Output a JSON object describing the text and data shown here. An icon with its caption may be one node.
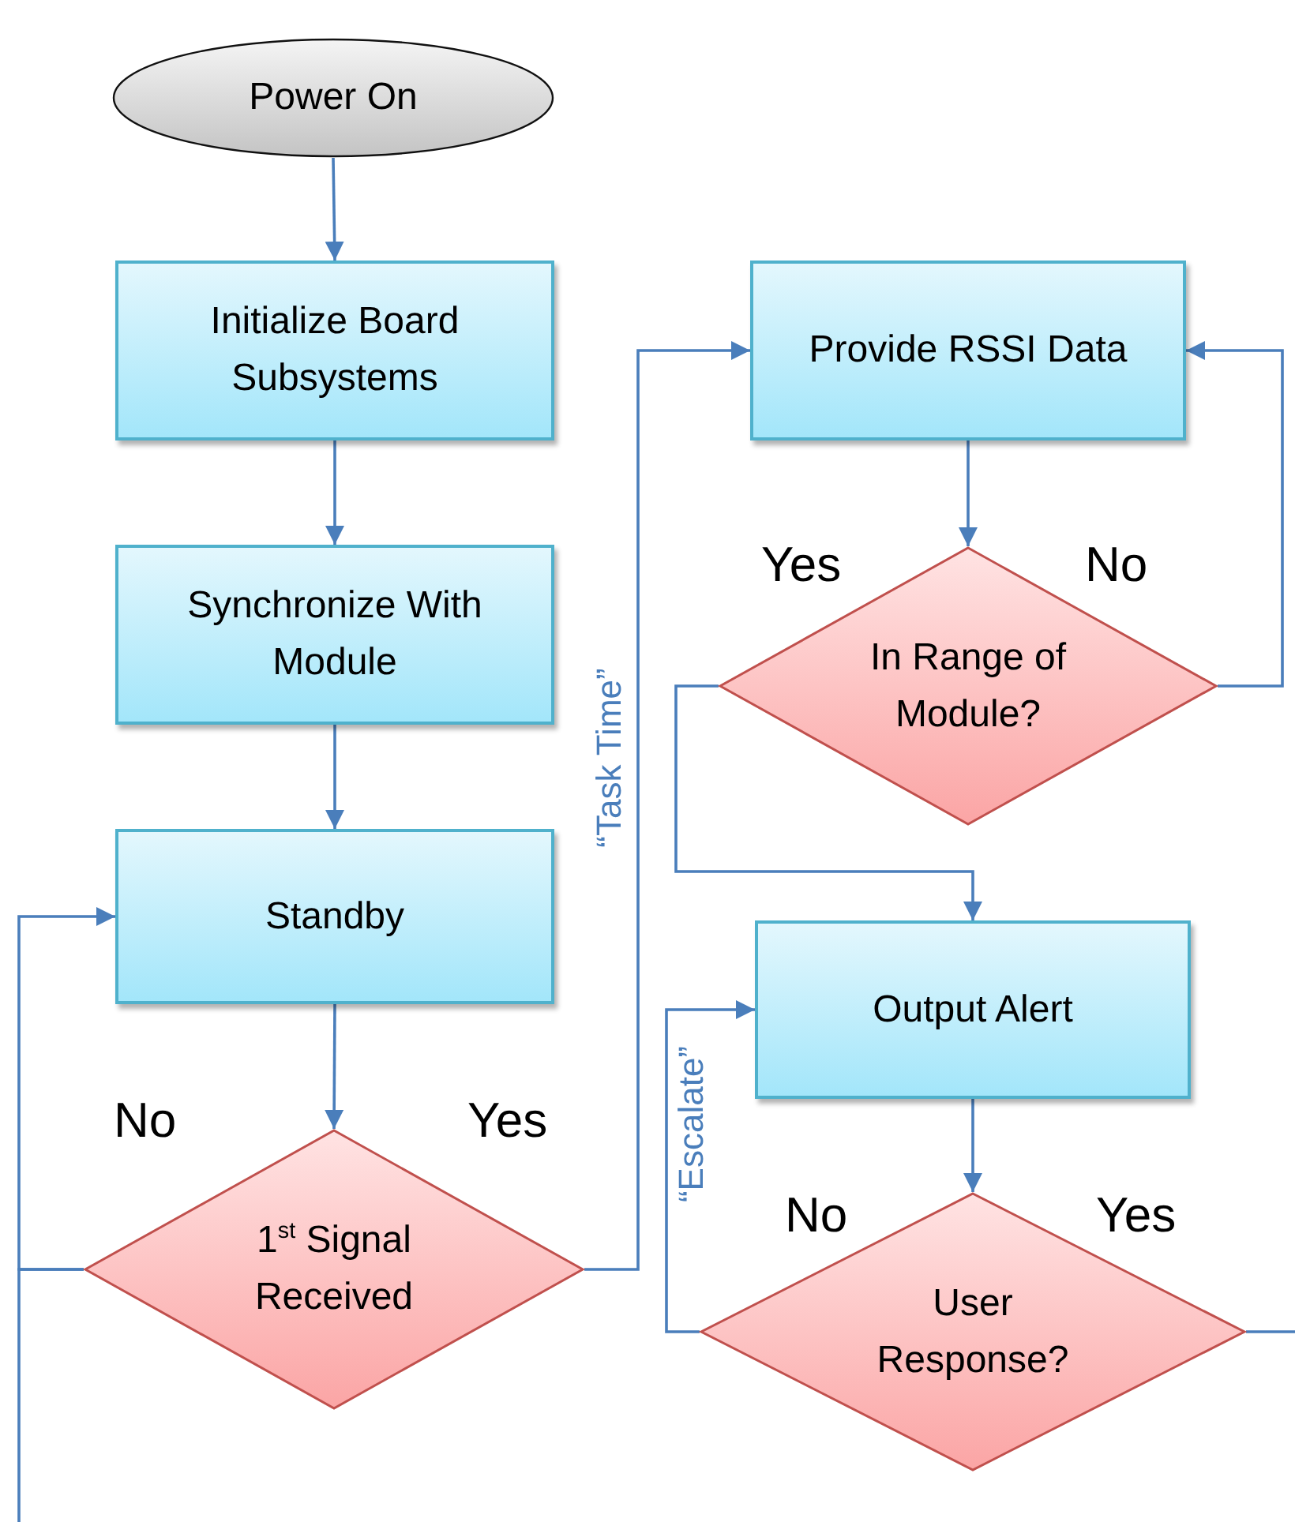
{
  "diagram": {
    "nodes": [
      {
        "text": [
          "Power On"
        ]
      },
      {
        "text": [
          "Initialize Board Subsystems"
        ]
      },
      {
        "text": [
          "Synchronize With Module"
        ]
      },
      {
        "text": [
          "Standby"
        ]
      },
      {
        "text": [
          "1$^{st}$ Signal Received"
        ]
      },
      {
        "text": [
          "Provide RSSI Data"
        ]
      },
      {
        "text": [
          "In Range of Module?"
        ]
      },
      {
        "text": [
          "Output Alert"
        ]
      },
      {
        "text": [
          "User Response?"
        ]
      }
    ],
    "edges": [
      {
        "from": 0,
        "to": 1,
        "arrow": "to"
      },
      {
        "from": 1,
        "to": 2,
        "arrow": "to"
      },
      {
        "from": 2,
        "to": 3,
        "arrow": "to"
      },
      {
        "from": 3,
        "to": 4,
        "arrow": "to"
      },
      {
        "from": 4,
        "to": 3,
        "arrow": "to"
      },
      {
        "from": 4,
        "to": null,
        "arrow": "none"
      },
      {
        "from": 4,
        "to": 5,
        "arrow": "to",
        "label": "“Task Time”"
      },
      {
        "from": 5,
        "to": 6,
        "arrow": "to"
      },
      {
        "from": 6,
        "to": 5,
        "arrow": "to"
      },
      {
        "from": 6,
        "to": 7,
        "arrow": "to"
      },
      {
        "from": 7,
        "to": 8,
        "arrow": "to"
      },
      {
        "from": 8,
        "to": 7,
        "arrow": "to",
        "label": "“Escalate”"
      },
      {
        "from": 8,
        "to": null,
        "arrow": "none"
      }
    ],
    "labels": [
      "No",
      "Yes",
      "Yes",
      "No",
      "No",
      "Yes"
    ]
  }
}
